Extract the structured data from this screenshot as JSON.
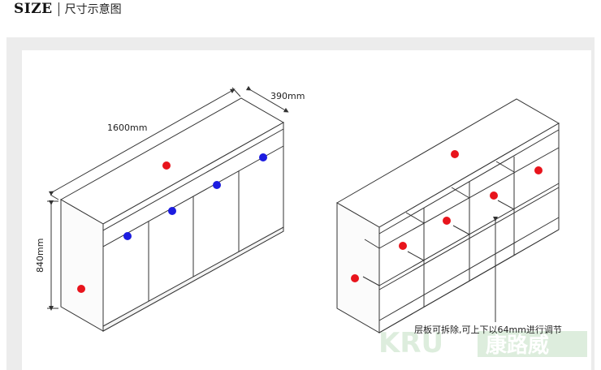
{
  "header": {
    "title": "SIZE",
    "subtitle": "尺寸示意图"
  },
  "dimensions": {
    "width": "1600mm",
    "depth": "390mm",
    "height": "840mm"
  },
  "note": "层板可拆除,可上下以64mm进行调节",
  "watermark": {
    "latin": "KRU",
    "cjk": "康路威"
  },
  "colors": {
    "red_dot": "#e8141c",
    "blue_dot": "#1c1ce0",
    "line": "#333333"
  }
}
